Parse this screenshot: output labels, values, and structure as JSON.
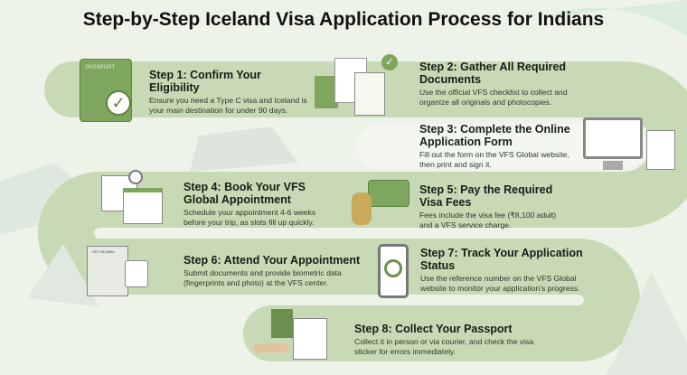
{
  "title": "Step-by-Step Iceland Visa Application Process for Indians",
  "colors": {
    "band": "#c7d9b5",
    "band_light": "#f4f7f0",
    "accent": "#7fa65e",
    "background": "#eef3ea"
  },
  "steps": [
    {
      "title": "Step 1: Confirm Your Eligibility",
      "text": "Ensure you need a Type C visa and Iceland is your main destination for under 90 days.",
      "icon": "passport-check-icon",
      "icon_label": "PASSPORT"
    },
    {
      "title": "Step 2: Gather All Required Documents",
      "text": "Use the official VFS checklist to collect and organize all originals and photocopies.",
      "icon": "documents-checklist-icon"
    },
    {
      "title": "Step 3: Complete the Online Application Form",
      "text": "Fill out the form on the VFS Global website, then print and sign it.",
      "icon": "computer-form-icon"
    },
    {
      "title": "Step 4: Book Your VFS Global Appointment",
      "text": "Schedule your appointment 4-6 weeks before your trip, as slots fill up quickly.",
      "icon": "calendar-clock-icon"
    },
    {
      "title": "Step 5: Pay the Required Visa Fees",
      "text": "Fees include the visa fee (₹8,100 adult) and a VFS service charge.",
      "icon": "coins-card-icon"
    },
    {
      "title": "Step 6: Attend Your Appointment",
      "text": "Submit documents and provide biometric data (fingerprints and photo) at the VFS center.",
      "icon": "vfs-building-fingerprint-icon",
      "icon_label": "VFS GLOBAL"
    },
    {
      "title": "Step 7: Track Your Application Status",
      "text": "Use the reference number on the VFS Global website to monitor your application's progress.",
      "icon": "phone-search-icon"
    },
    {
      "title": "Step 8: Collect Your Passport",
      "text": "Collect it in person or via courier, and check the visa sticker for errors immediately.",
      "icon": "passport-hand-icon"
    }
  ]
}
